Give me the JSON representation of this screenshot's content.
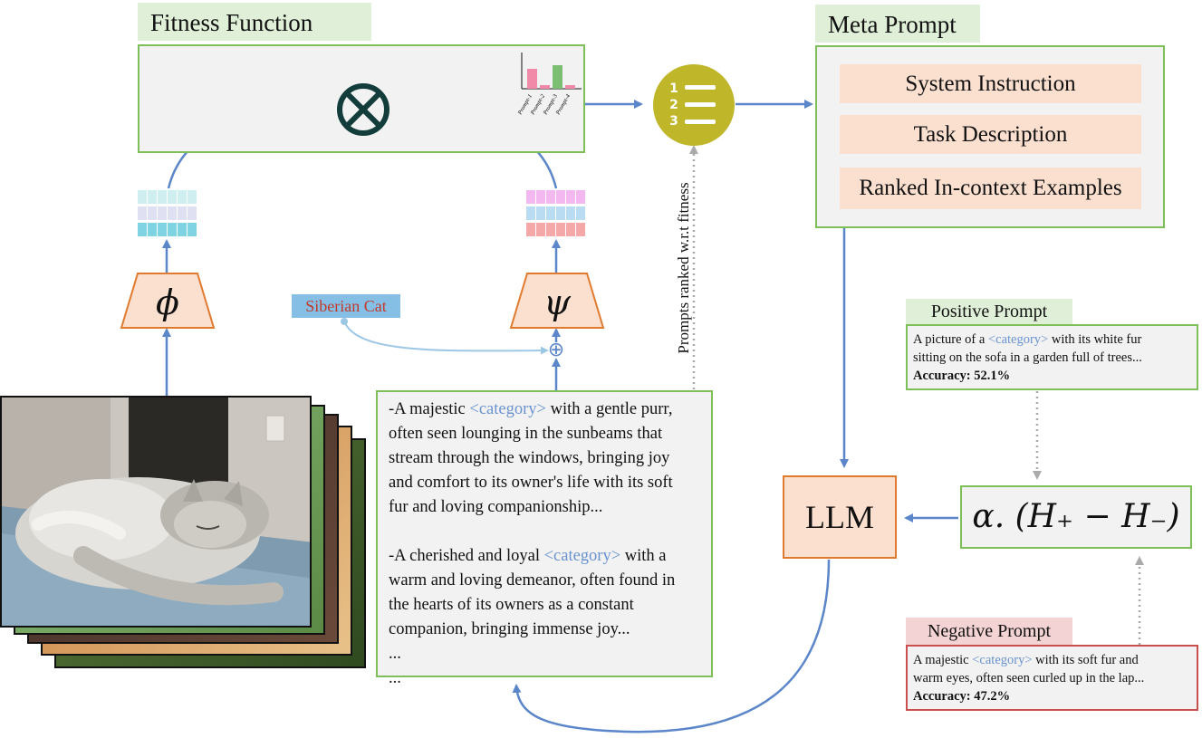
{
  "fitness": {
    "title": "Fitness Function",
    "operator_symbol": "⊗",
    "mini_chart": {
      "bar_colors": [
        "#f08aa8",
        "#f08aa8",
        "#7dbf72",
        "#f08aa8"
      ],
      "bar_labels": [
        "Prompt-1",
        "Prompt-2",
        "Prompt-3",
        "Prompt-4"
      ]
    }
  },
  "encoders": {
    "image_symbol": "ϕ",
    "text_symbol": "ψ",
    "image_embedding_colors": [
      "#cfeef0",
      "#dfe0f2",
      "#7fd3e3"
    ],
    "text_embedding_colors": [
      "#f4b8f0",
      "#b9dcf3",
      "#f5a8a8"
    ]
  },
  "class_label": "Siberian Cat",
  "plus_symbol": "⊕",
  "ranking": {
    "icon_numbers": [
      "1",
      "2",
      "3"
    ],
    "vertical_label": "Prompts ranked w.r.t fitness"
  },
  "meta_prompt": {
    "title": "Meta Prompt",
    "items": [
      "System Instruction",
      "Task Description",
      "Ranked In-context Examples"
    ]
  },
  "llm_label": "LLM",
  "contrast_formula": "α. (H₊ − H₋)",
  "prompts_box": {
    "p1_prefix": "-A majestic ",
    "p1_category": "<category>",
    "p1_lines": [
      " with a gentle purr,",
      "often seen lounging in the sunbeams that",
      "stream through the windows, bringing joy",
      "and comfort to its owner's life with its soft",
      "fur and loving companionship..."
    ],
    "p2_prefix": "-A cherished and loyal ",
    "p2_category": "<category>",
    "p2_lines": [
      " with a",
      "warm and loving demeanor, often found in",
      "the hearts of its owners as a constant",
      "companion, bringing immense joy..."
    ],
    "ellipsis": [
      "...",
      "..."
    ]
  },
  "positive": {
    "title": "Positive Prompt",
    "prefix": "A picture of a ",
    "category": "<category>",
    "suffix": " with its white fur",
    "line2": "sitting on the sofa in a garden full of trees...",
    "accuracy": "Accuracy: 52.1%"
  },
  "negative": {
    "title": "Negative Prompt",
    "prefix": "A majestic ",
    "category": "<category>",
    "suffix": " with its soft fur and",
    "line2": "warm eyes, often seen curled up in the lap...",
    "accuracy": "Accuracy: 47.2%"
  },
  "colors": {
    "arrow": "#5b86c9",
    "green_border": "#7fbf5a",
    "red_border": "#c9504f",
    "peach": "#fbe0d0",
    "orange_border": "#e07a2e",
    "rank_icon": "#c0b62a",
    "label_blue": "#86bfe6",
    "label_red_text": "#c03b2b"
  }
}
